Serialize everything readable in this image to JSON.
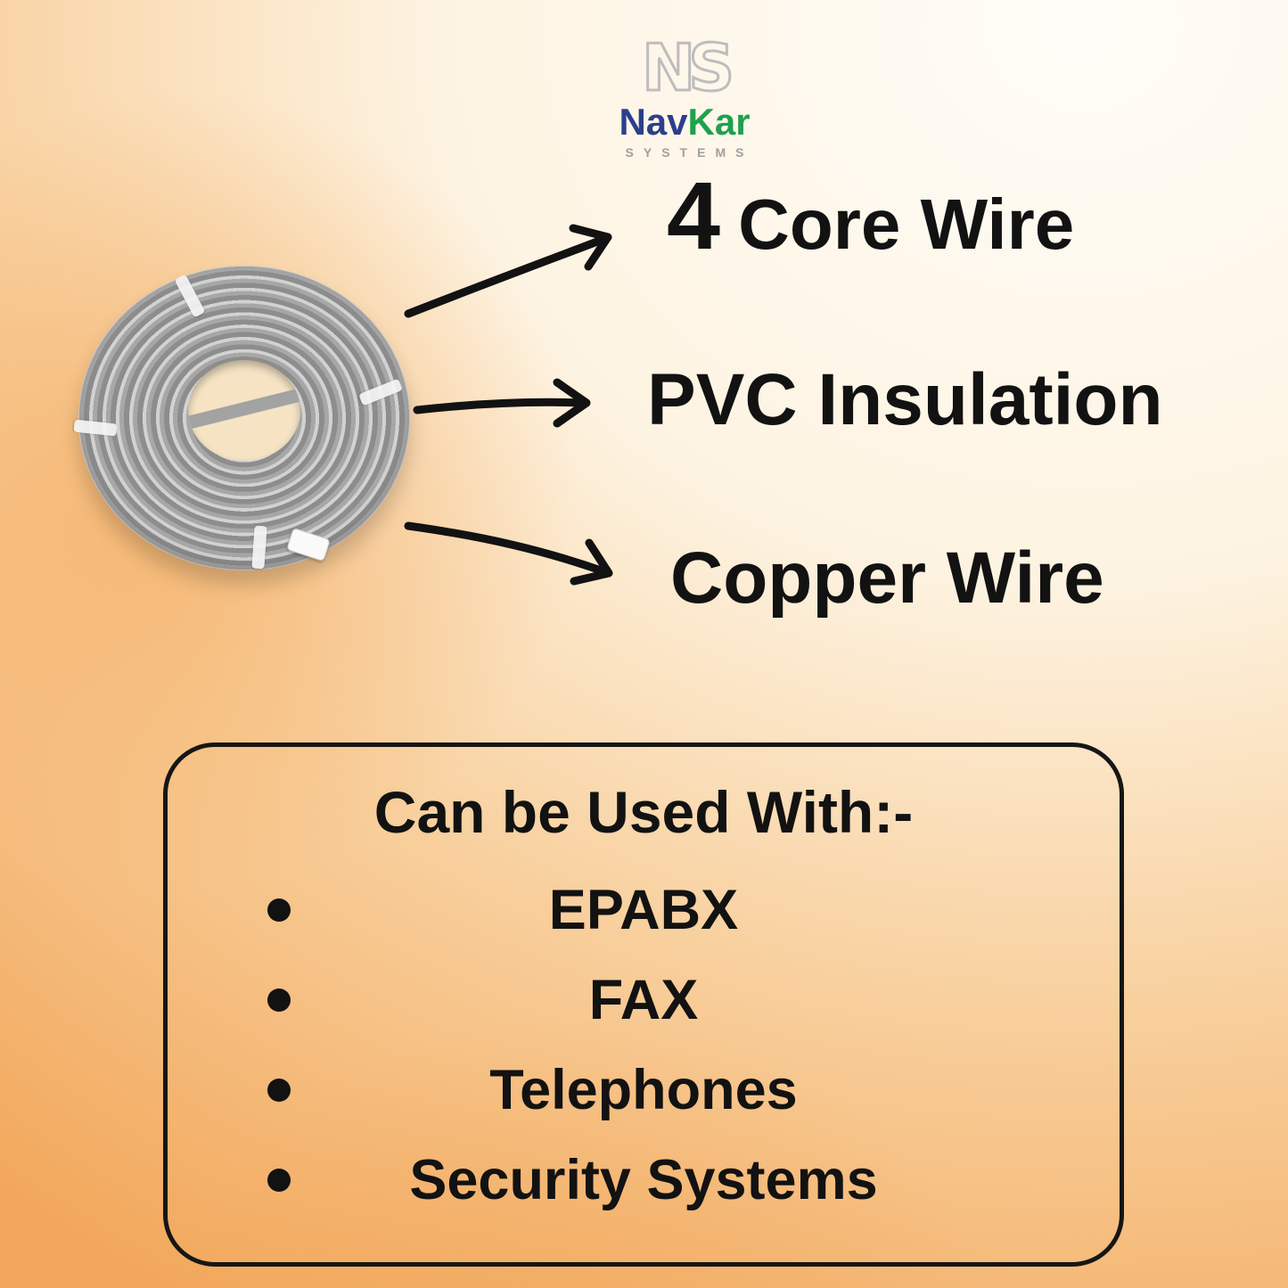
{
  "brand": {
    "monogram": "NS",
    "name_blue": "Nav",
    "name_green": "Kar",
    "subtitle": "SYSTEMS",
    "name_blue_color": "#2b3f8c",
    "name_green_color": "#1fa14e"
  },
  "features": [
    {
      "prefix": "4",
      "label": "Core Wire"
    },
    {
      "prefix": "",
      "label": "PVC Insulation"
    },
    {
      "prefix": "",
      "label": "Copper Wire"
    }
  ],
  "usage_box": {
    "title": "Can be Used With:-",
    "items": [
      "EPABX",
      "FAX",
      "Telephones",
      "Security Systems"
    ]
  },
  "product_image": {
    "description": "coil of grey 4-core telephone wire with white ties and connector"
  },
  "colors": {
    "background_orange": "#f2a85c",
    "background_cream": "#fffdf8",
    "text": "#121212",
    "coil_grey": "#a7a7a7"
  }
}
